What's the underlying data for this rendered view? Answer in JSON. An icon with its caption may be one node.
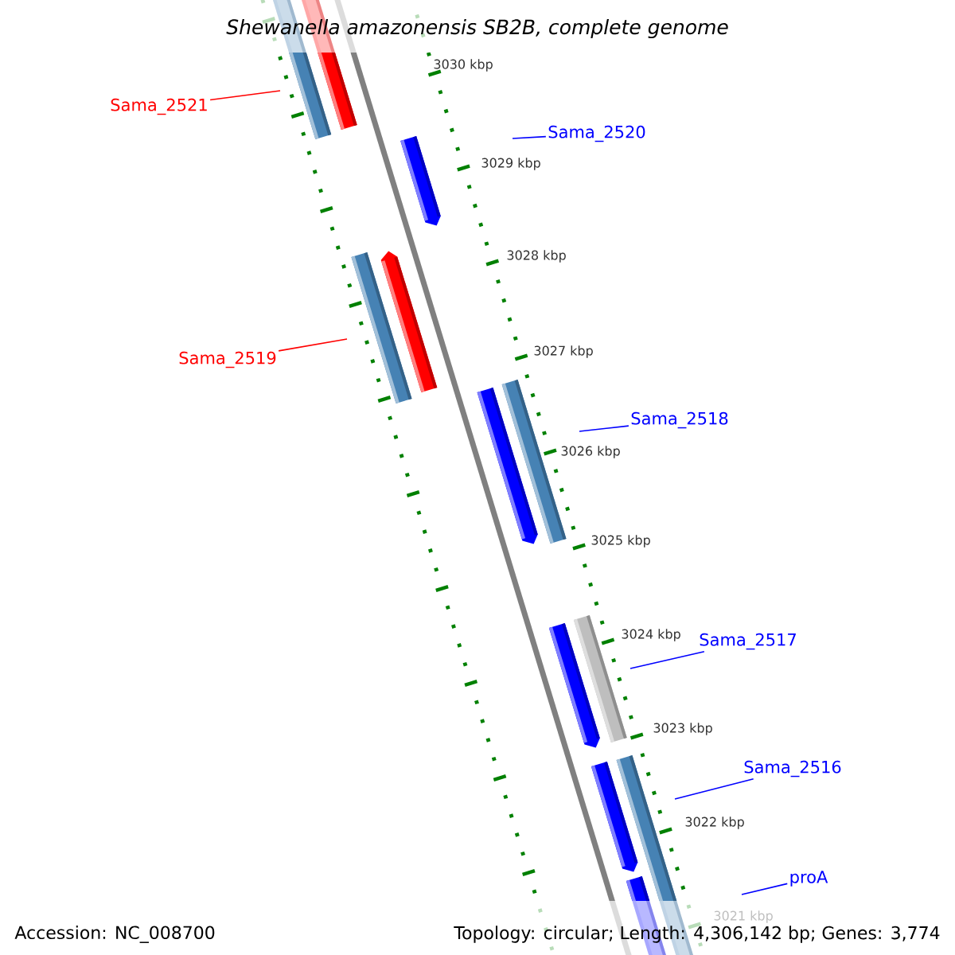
{
  "diagram": {
    "title": "Shewanella amazonensis SB2B, complete genome",
    "nodes": [
      {
        "text": [
          "Sama_2521"
        ]
      },
      {
        "text": [
          "Sama_2520"
        ]
      },
      {
        "text": [
          "Sama_2519"
        ]
      },
      {
        "text": [
          "Sama_2518"
        ]
      },
      {
        "text": [
          "Sama_2517"
        ]
      },
      {
        "text": [
          "Sama_2516"
        ]
      },
      {
        "text": [
          "proA"
        ]
      }
    ],
    "edges": [
      {
        "from": 0,
        "to": null,
        "arrow": "none",
        "color": "#ff0000"
      },
      {
        "from": 1,
        "to": null,
        "arrow": "none"
      },
      {
        "from": 2,
        "to": null,
        "arrow": "none",
        "color": "#ff0000"
      },
      {
        "from": 3,
        "to": null,
        "arrow": "none"
      },
      {
        "from": 4,
        "to": null,
        "arrow": "none"
      },
      {
        "from": 5,
        "to": null,
        "arrow": "none"
      },
      {
        "from": 6,
        "to": null,
        "arrow": "none"
      }
    ],
    "labels": [
      "3030 kbp",
      "3029 kbp",
      "3028 kbp",
      "3027 kbp",
      "3026 kbp",
      "3025 kbp",
      "3024 kbp",
      "3023 kbp",
      "3022 kbp",
      "3021 kbp",
      "Accession: NC_008700",
      "Topology: circular; Length: 4,306,142 bp; Genes: 3,774"
    ]
  }
}
